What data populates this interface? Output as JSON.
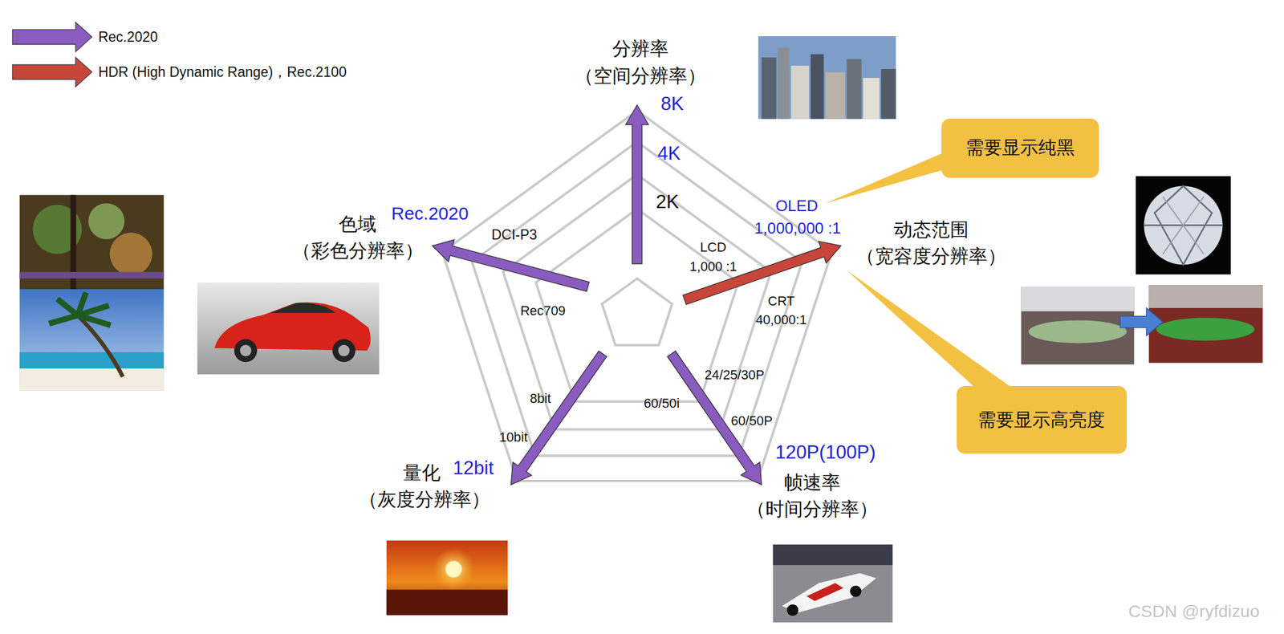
{
  "diagram": {
    "nodes": [
      {
        "text": [
          "需要显示纯黑"
        ]
      },
      {
        "text": [
          "需要显示高亮度"
        ]
      }
    ],
    "labels": [
      "分辨率",
      "（空间分辨率）",
      "8K",
      "4K",
      "2K",
      "色域",
      "（彩色分辨率）",
      "Rec.2020",
      "DCI-P3",
      "Rec709",
      "OLED",
      "1,000,000 :1",
      "动态范围",
      "（宽容度分辨率）",
      "LCD",
      "1,000 :1",
      "CRT",
      "40,000:1",
      "8bit",
      "10bit",
      "24/25/30P",
      "60/50i",
      "60/50P",
      "量化",
      "12bit",
      "（灰度分辨率）",
      "120P(100P)",
      "帧速率",
      "（时间分辨率）",
      "CSDN @ryfdizuo"
    ],
    "legend": [
      {
        "text": "Rec.2020",
        "color": "#8a5cc0"
      },
      {
        "text": "HDR (High Dynamic Range)，Rec.2100",
        "color": "#c8453a"
      }
    ]
  }
}
